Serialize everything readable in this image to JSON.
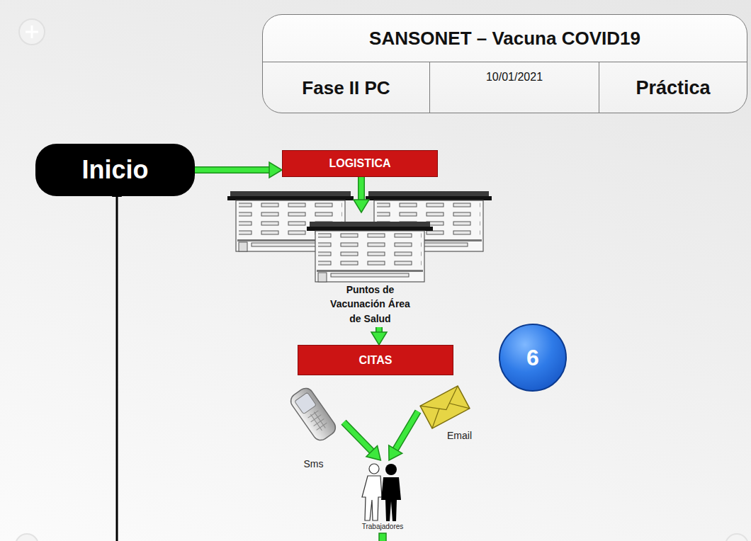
{
  "diagram": {
    "title": "SANSONET – Vacuna COVID19",
    "nodes": [
      {
        "text": [
          "Inicio"
        ]
      },
      {
        "text": [
          "LOGISTICA"
        ]
      },
      {
        "text": [
          "Puntos de Vacunación Área de Salud"
        ]
      },
      {
        "text": [
          "CITAS"
        ]
      },
      {
        "text": [
          "6"
        ]
      },
      {
        "text": [
          "Sms"
        ]
      },
      {
        "text": [
          "Email"
        ]
      },
      {
        "text": [
          "Trabajadores"
        ]
      }
    ],
    "edges": [
      {
        "from": 0,
        "to": 1,
        "arrow": "to"
      },
      {
        "from": 1,
        "to": 2,
        "arrow": "to"
      },
      {
        "from": 2,
        "to": 3,
        "arrow": "to"
      },
      {
        "from": 5,
        "to": 7,
        "arrow": "to"
      },
      {
        "from": 6,
        "to": 7,
        "arrow": "to"
      }
    ],
    "labels": [
      "Fase II PC",
      "10/01/2021",
      "Práctica"
    ]
  }
}
